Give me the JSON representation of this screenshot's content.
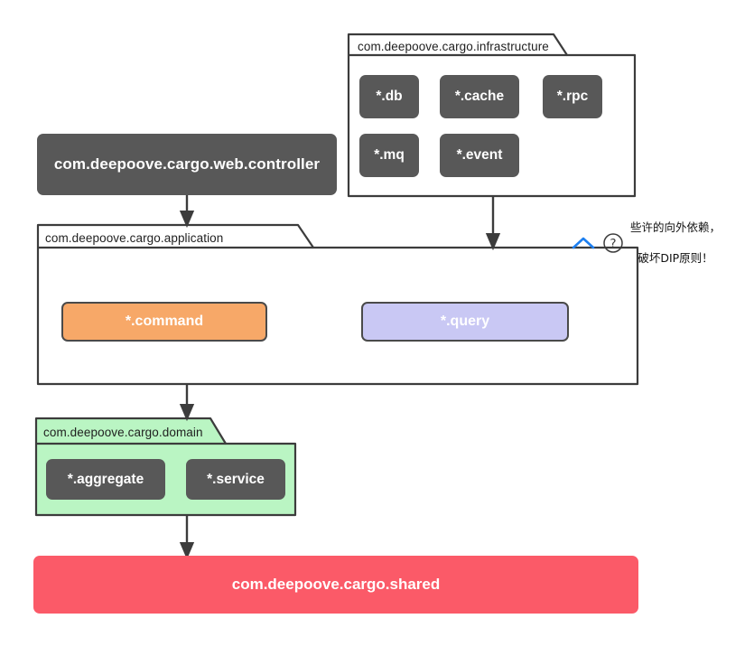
{
  "diagram": {
    "title": "DDD package dependency diagram",
    "packages": [
      {
        "id": "infrastructure",
        "label": "com.deepoove.cargo.infrastructure",
        "fill": "#ffffff",
        "stroke": "#3c3c3c",
        "nodes": [
          {
            "label": "*.db",
            "color": "#585858"
          },
          {
            "label": "*.cache",
            "color": "#585858"
          },
          {
            "label": "*.rpc",
            "color": "#585858"
          },
          {
            "label": "*.mq",
            "color": "#585858"
          },
          {
            "label": "*.event",
            "color": "#585858"
          }
        ]
      },
      {
        "id": "application",
        "label": "com.deepoove.cargo.application",
        "fill": "#ffffff",
        "stroke": "#3c3c3c",
        "nodes": [
          {
            "label": "*.command",
            "color": "#f7a868"
          },
          {
            "label": "*.query",
            "color": "#c9c8f4"
          }
        ]
      },
      {
        "id": "domain",
        "label": "com.deepoove.cargo.domain",
        "fill": "#baf5c3",
        "stroke": "#3c3c3c",
        "nodes": [
          {
            "label": "*.aggregate",
            "color": "#585858"
          },
          {
            "label": "*.service",
            "color": "#585858"
          }
        ]
      }
    ],
    "standalone_nodes": [
      {
        "id": "controller",
        "label": "com.deepoove.cargo.web.controller",
        "color": "#585858"
      },
      {
        "id": "shared",
        "label": "com.deepoove.cargo.shared",
        "color": "#fb5a68"
      }
    ],
    "annotation": {
      "line1": "些许的向外依赖，",
      "line2": "破坏DIP原则！",
      "chevron_color": "#1d7ff0",
      "question_color": "#3c3c3c"
    },
    "arrows": [
      {
        "from": "controller",
        "to": "application"
      },
      {
        "from": "infrastructure",
        "to": "application"
      },
      {
        "from": "application",
        "to": "domain"
      },
      {
        "from": "domain",
        "to": "shared"
      }
    ]
  }
}
